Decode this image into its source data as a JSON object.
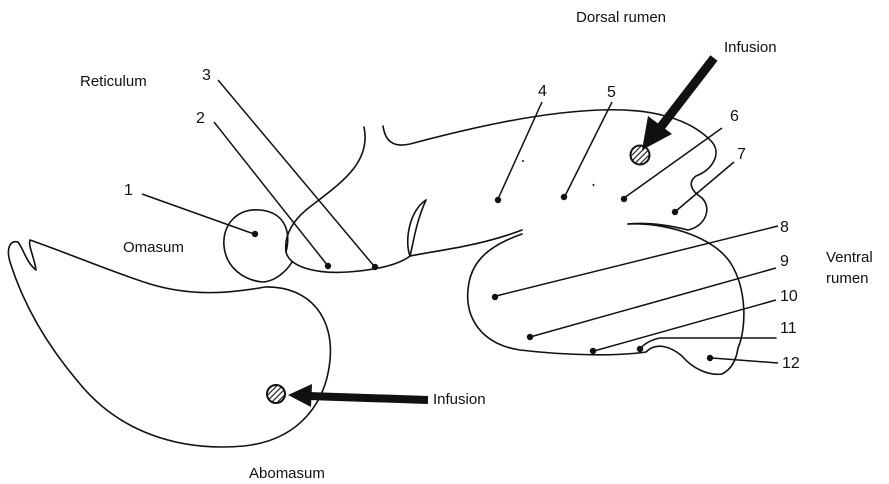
{
  "labels": {
    "dorsal_rumen": "Dorsal rumen",
    "infusion_top": "Infusion",
    "reticulum": "Reticulum",
    "omasum": "Omasum",
    "ventral_rumen_1": "Ventral",
    "ventral_rumen_2": "rumen",
    "infusion_bottom": "Infusion",
    "abomasum": "Abomasum"
  },
  "sampling_sites": [
    "1",
    "2",
    "3",
    "4",
    "5",
    "6",
    "7",
    "8",
    "9",
    "10",
    "11",
    "12"
  ],
  "icons": {
    "infusion_arrow": "infusion-arrow-icon",
    "infusion_point": "infusion-point-icon"
  }
}
